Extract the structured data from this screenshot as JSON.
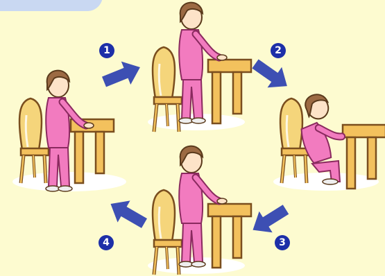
{
  "steps": [
    {
      "number": "1"
    },
    {
      "number": "2"
    },
    {
      "number": "3"
    },
    {
      "number": "4"
    }
  ],
  "colors": {
    "background": "#fdfbd0",
    "tab": "#c9d8f2",
    "arrow": "#3d4fb3",
    "badge": "#1d2fa8",
    "clothing": "#f27bbf",
    "hair": "#9c6a43",
    "table": "#f3c15d",
    "chair": "#f5d57b",
    "shadow": "#ffffff"
  },
  "icons": [
    "arrow-icon",
    "person-icon",
    "table-icon",
    "chair-icon"
  ]
}
